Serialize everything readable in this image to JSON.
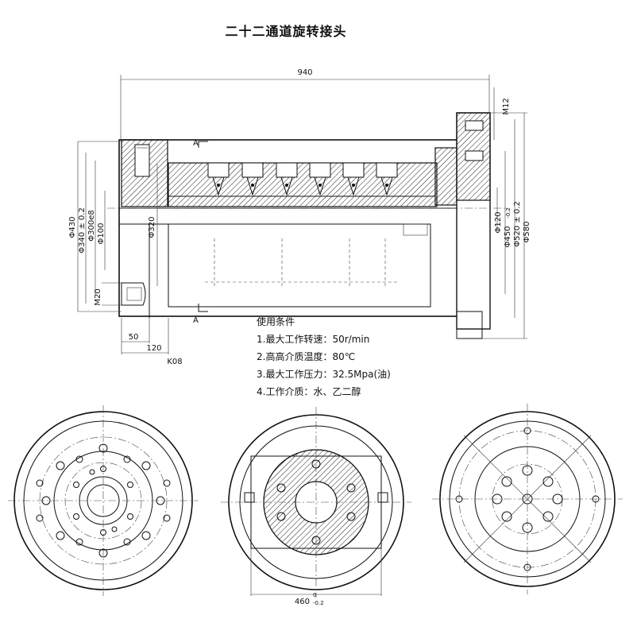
{
  "title": "二十二通道旋转接头",
  "dimensions": {
    "overall_length": "940",
    "bolt": "M12",
    "left_d1": "Φ430",
    "left_d2": "Φ340 ± 0.2",
    "left_d3": "Φ300e8",
    "left_d4": "Φ100",
    "left_d5": "Φ320",
    "right_d1": "Φ120",
    "right_d2": "Φ450",
    "right_d2_tol": "-0.2",
    "right_d3": "Φ520 ± 0.2",
    "right_d4": "Φ580",
    "m20": "M20",
    "len_50": "50",
    "len_120": "120",
    "fit": "K08",
    "section_a1": "A",
    "section_a2": "A",
    "bottom_width": "460",
    "bottom_tol_upper": "0",
    "bottom_tol_lower": "-0.2"
  },
  "conditions": {
    "heading": "使用条件",
    "items": [
      "1.最大工作转速：50r/min",
      "2.高高介质温度：80℃",
      "3.最大工作压力：32.5Mpa(油)",
      "4.工作介质：水、乙二醇"
    ]
  }
}
